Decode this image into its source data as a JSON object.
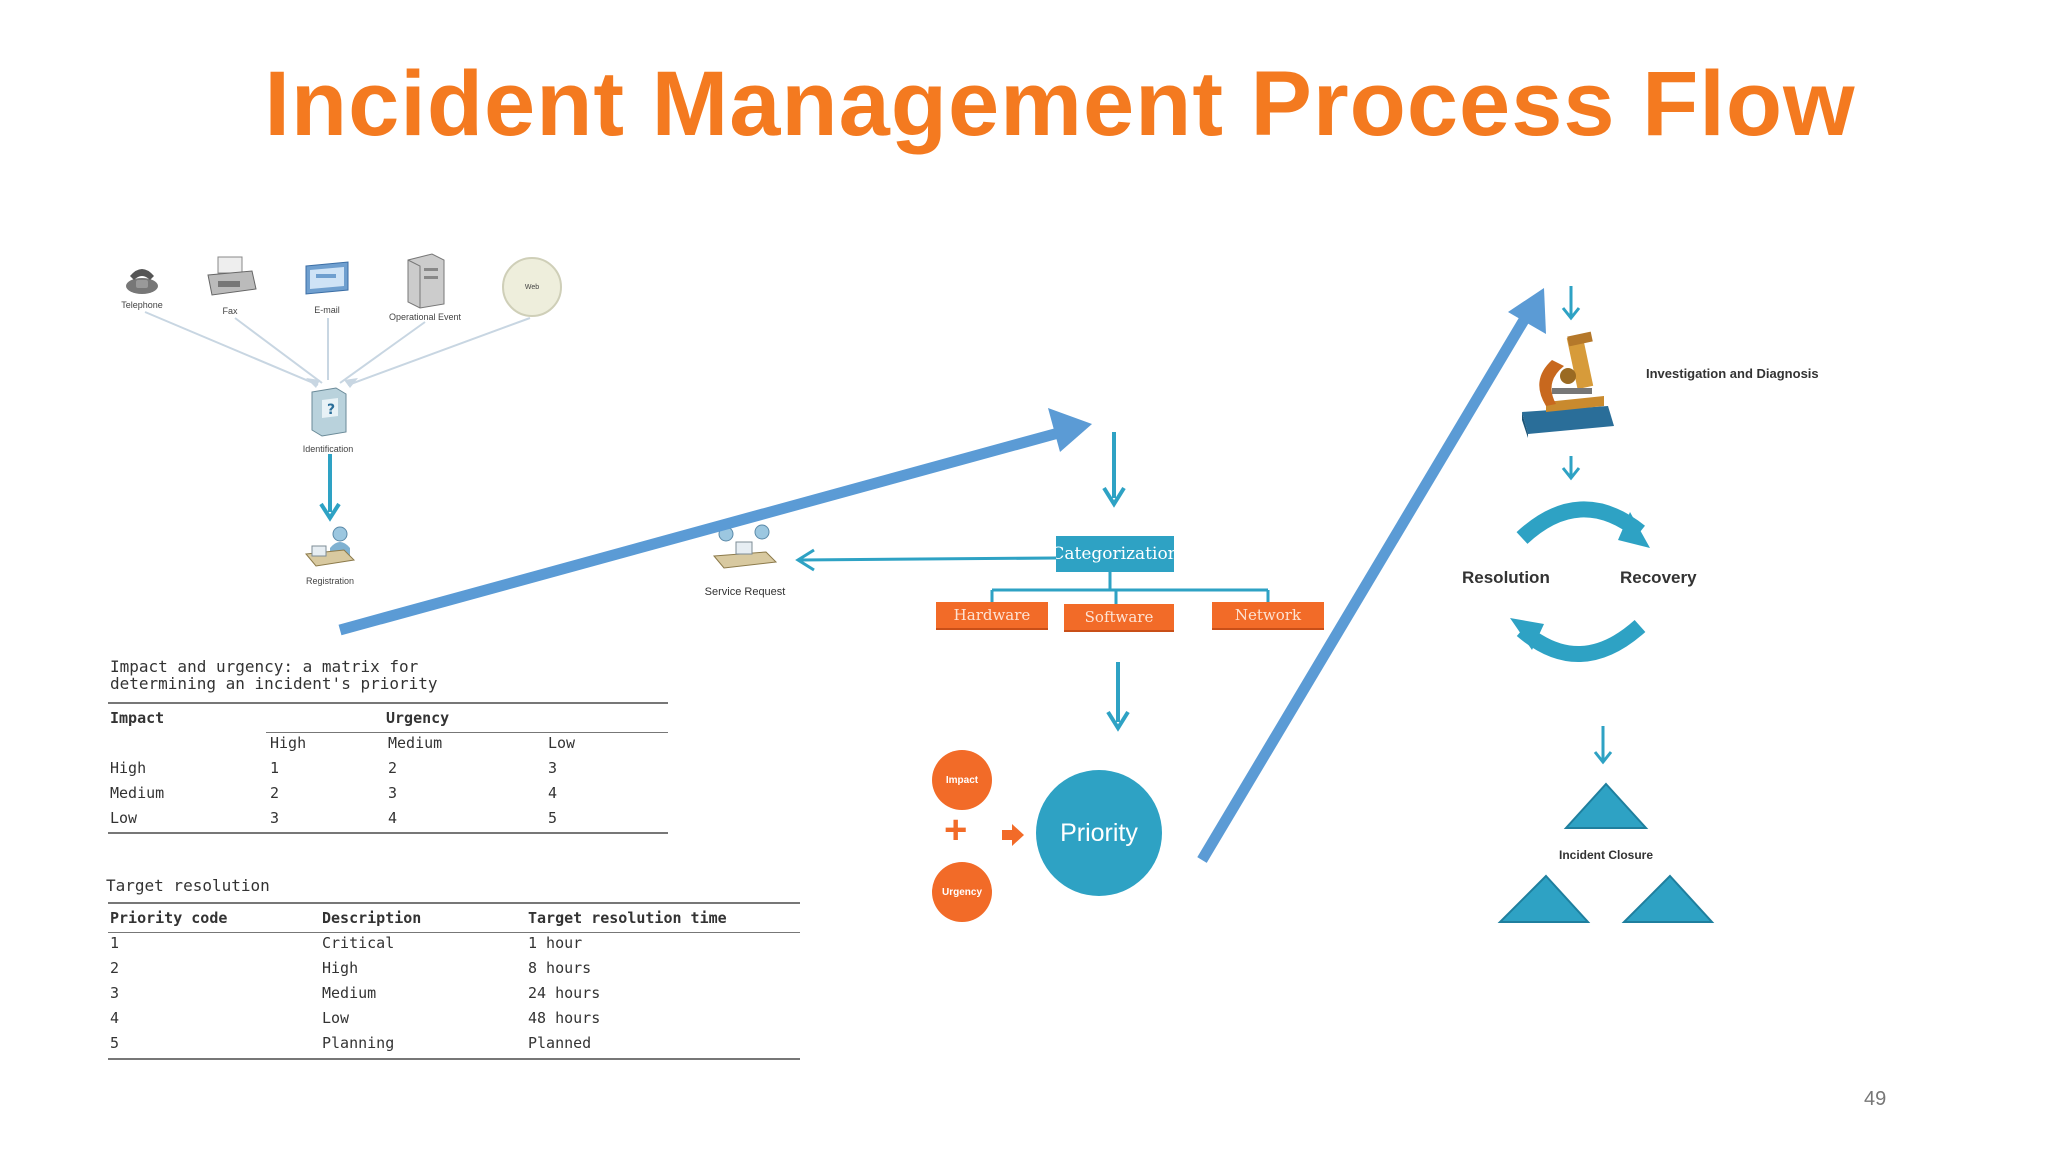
{
  "slide": {
    "title": "Incident Management Process Flow",
    "title_color": "#f47a20",
    "page_number": "49"
  },
  "channels": {
    "items": [
      {
        "label": "Telephone",
        "icon": "telephone-icon"
      },
      {
        "label": "Fax",
        "icon": "fax-icon"
      },
      {
        "label": "E-mail",
        "icon": "email-icon"
      },
      {
        "label": "Operational Event",
        "icon": "server-icon"
      },
      {
        "label": "Web",
        "icon": "web-globe-icon"
      }
    ],
    "identification_label": "Identification",
    "registration_label": "Registration"
  },
  "service_request": {
    "label": "Service Request"
  },
  "categorization": {
    "label": "Categorization",
    "children": [
      "Hardware",
      "Software",
      "Network"
    ]
  },
  "priority": {
    "impact_label": "Impact",
    "urgency_label": "Urgency",
    "plus_symbol": "+",
    "result_label": "Priority"
  },
  "investigation": {
    "label": "Investigation and Diagnosis",
    "resolution_label": "Resolution",
    "recovery_label": "Recovery",
    "closure_label": "Incident Closure"
  },
  "impact_matrix": {
    "caption_line1": "Impact and urgency: a matrix for",
    "caption_line2": "determining an incident's priority",
    "header_impact": "Impact",
    "header_urgency": "Urgency",
    "urgency_levels": [
      "High",
      "Medium",
      "Low"
    ],
    "rows": [
      {
        "impact": "High",
        "values": [
          "1",
          "2",
          "3"
        ]
      },
      {
        "impact": "Medium",
        "values": [
          "2",
          "3",
          "4"
        ]
      },
      {
        "impact": "Low",
        "values": [
          "3",
          "4",
          "5"
        ]
      }
    ]
  },
  "target_resolution": {
    "caption": "Target resolution",
    "headers": [
      "Priority code",
      "Description",
      "Target resolution time"
    ],
    "rows": [
      [
        "1",
        "Critical",
        "1 hour"
      ],
      [
        "2",
        "High",
        "8 hours"
      ],
      [
        "3",
        "Medium",
        "24 hours"
      ],
      [
        "4",
        "Low",
        "48 hours"
      ],
      [
        "5",
        "Planning",
        "Planned"
      ]
    ]
  },
  "colors": {
    "teal": "#2ea2c4",
    "orange": "#f26b28",
    "flow_arrow_blue": "#5b9bd5"
  }
}
